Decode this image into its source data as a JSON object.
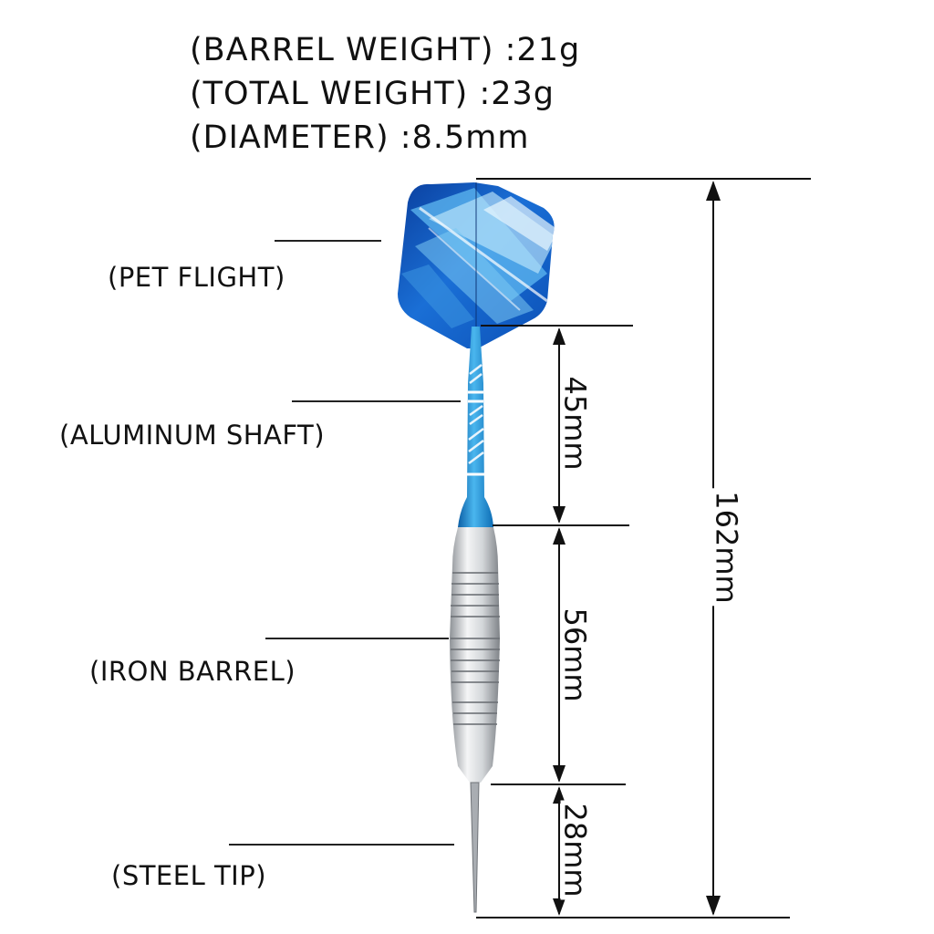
{
  "specs": {
    "barrel_weight": "(BARREL WEIGHT)  :21g",
    "total_weight": "(TOTAL WEIGHT)  :23g",
    "diameter": "(DIAMETER)  :8.5mm"
  },
  "parts": {
    "flight": "(PET FLIGHT)",
    "shaft": "(ALUMINUM SHAFT)",
    "barrel": "(IRON BARREL)",
    "tip": "(STEEL TIP)"
  },
  "dimensions": {
    "shaft": "45mm",
    "barrel": "56mm",
    "tip": "28mm",
    "total": "162mm"
  },
  "colors": {
    "flight_dark": "#0a4fb8",
    "flight_light": "#6fc3f2",
    "shaft": "#1c8fd6",
    "barrel": "#c9cdd1"
  }
}
